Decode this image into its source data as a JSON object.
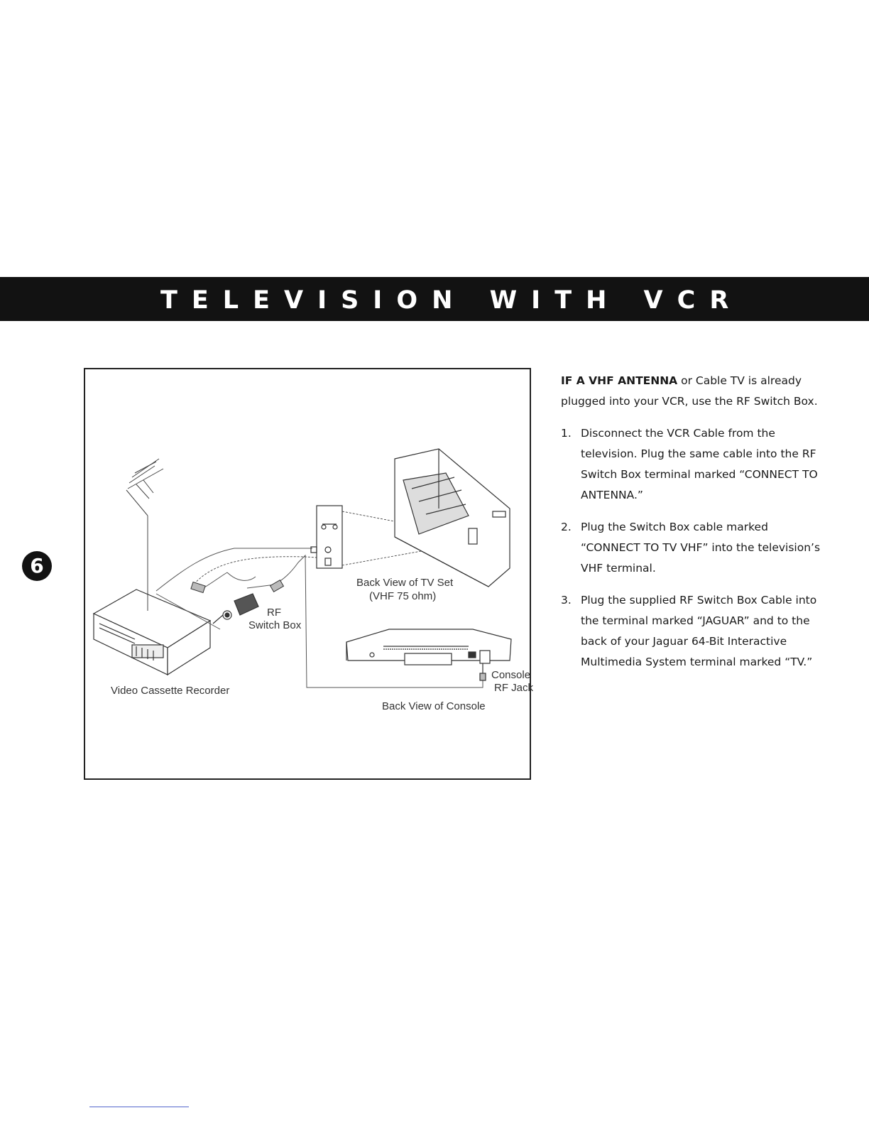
{
  "header": {
    "title": "TELEVISION WITH VCR"
  },
  "page_number": "6",
  "figure": {
    "labels": {
      "tv_back": "Back View of TV Set",
      "tv_ohm": "(VHF 75 ohm)",
      "rf_line1": "RF",
      "rf_line2": "Switch Box",
      "console_line1": "Console",
      "console_line2": "RF Jack",
      "vcr": "Video Cassette Recorder",
      "console_back": "Back View of Console"
    }
  },
  "text": {
    "intro_lead": "IF A VHF ANTENNA",
    "intro_rest": " or Cable TV is already plugged into your VCR, use the RF Switch Box.",
    "steps": [
      {
        "num": "1.",
        "text": "Disconnect the VCR Cable from the television. Plug the same cable into the RF Switch Box terminal marked “CONNECT TO ANTENNA.”"
      },
      {
        "num": "2.",
        "text": "Plug the Switch Box cable marked “CONNECT TO TV VHF” into the television’s VHF terminal."
      },
      {
        "num": "3.",
        "text": "Plug the supplied RF Switch Box Cable into the terminal marked “JAGUAR” and to the back of your Jaguar 64-Bit Interactive Multimedia System terminal marked “TV.”"
      }
    ]
  }
}
